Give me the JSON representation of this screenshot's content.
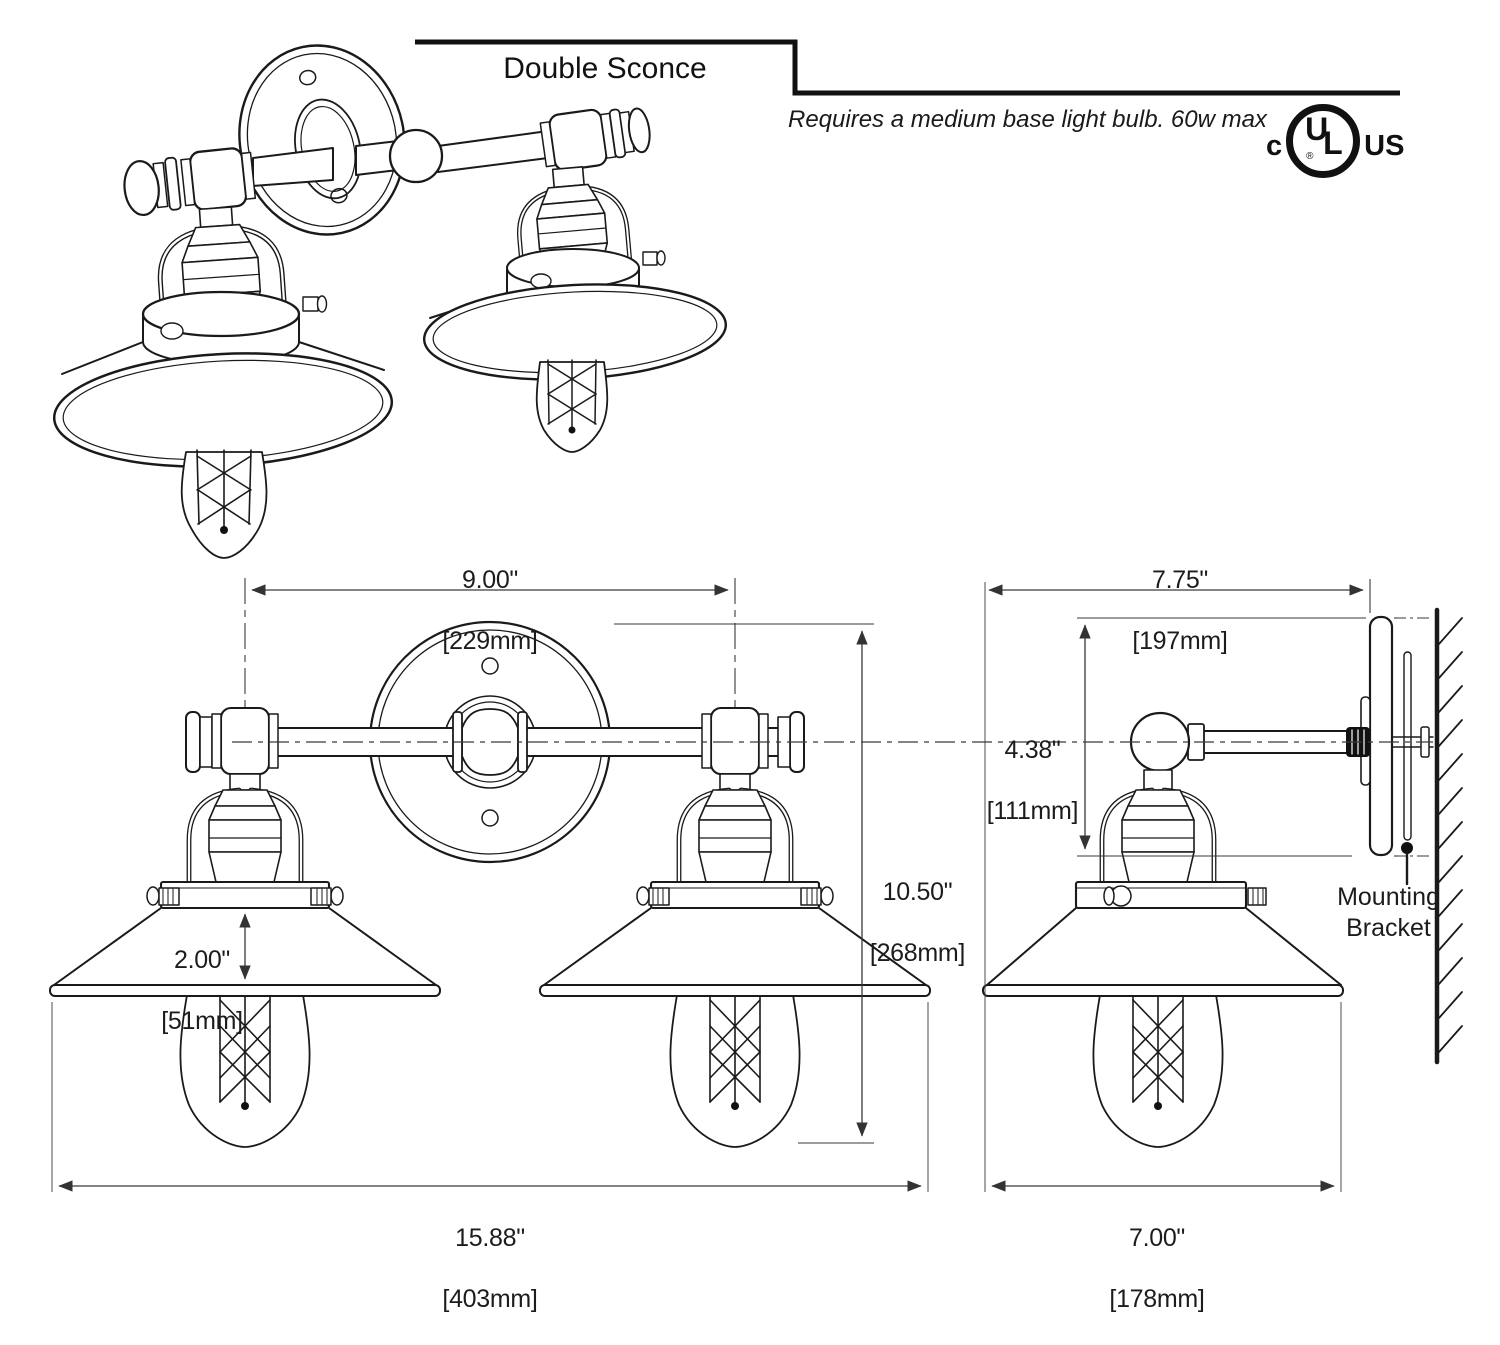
{
  "drawing": {
    "title": "Double Sconce",
    "note": "Requires a medium base light bulb. 60w max",
    "certification": {
      "prefix": "c",
      "letter_u": "U",
      "letter_l": "L",
      "registered": "®",
      "suffix": "US"
    },
    "labels": {
      "mounting_bracket": "Mounting Bracket"
    },
    "dimensions": {
      "lamp_spacing": {
        "inches": "9.00\"",
        "mm": "[229mm]"
      },
      "extension_depth": {
        "inches": "7.75\"",
        "mm": "[197mm]"
      },
      "backplate_height": {
        "inches": "4.38\"",
        "mm": "[111mm]"
      },
      "overall_height": {
        "inches": "10.50\"",
        "mm": "[268mm]"
      },
      "shade_height": {
        "inches": "2.00\"",
        "mm": "[51mm]"
      },
      "overall_width": {
        "inches": "15.88\"",
        "mm": "[403mm]"
      },
      "shade_diameter": {
        "inches": "7.00\"",
        "mm": "[178mm]"
      }
    }
  }
}
